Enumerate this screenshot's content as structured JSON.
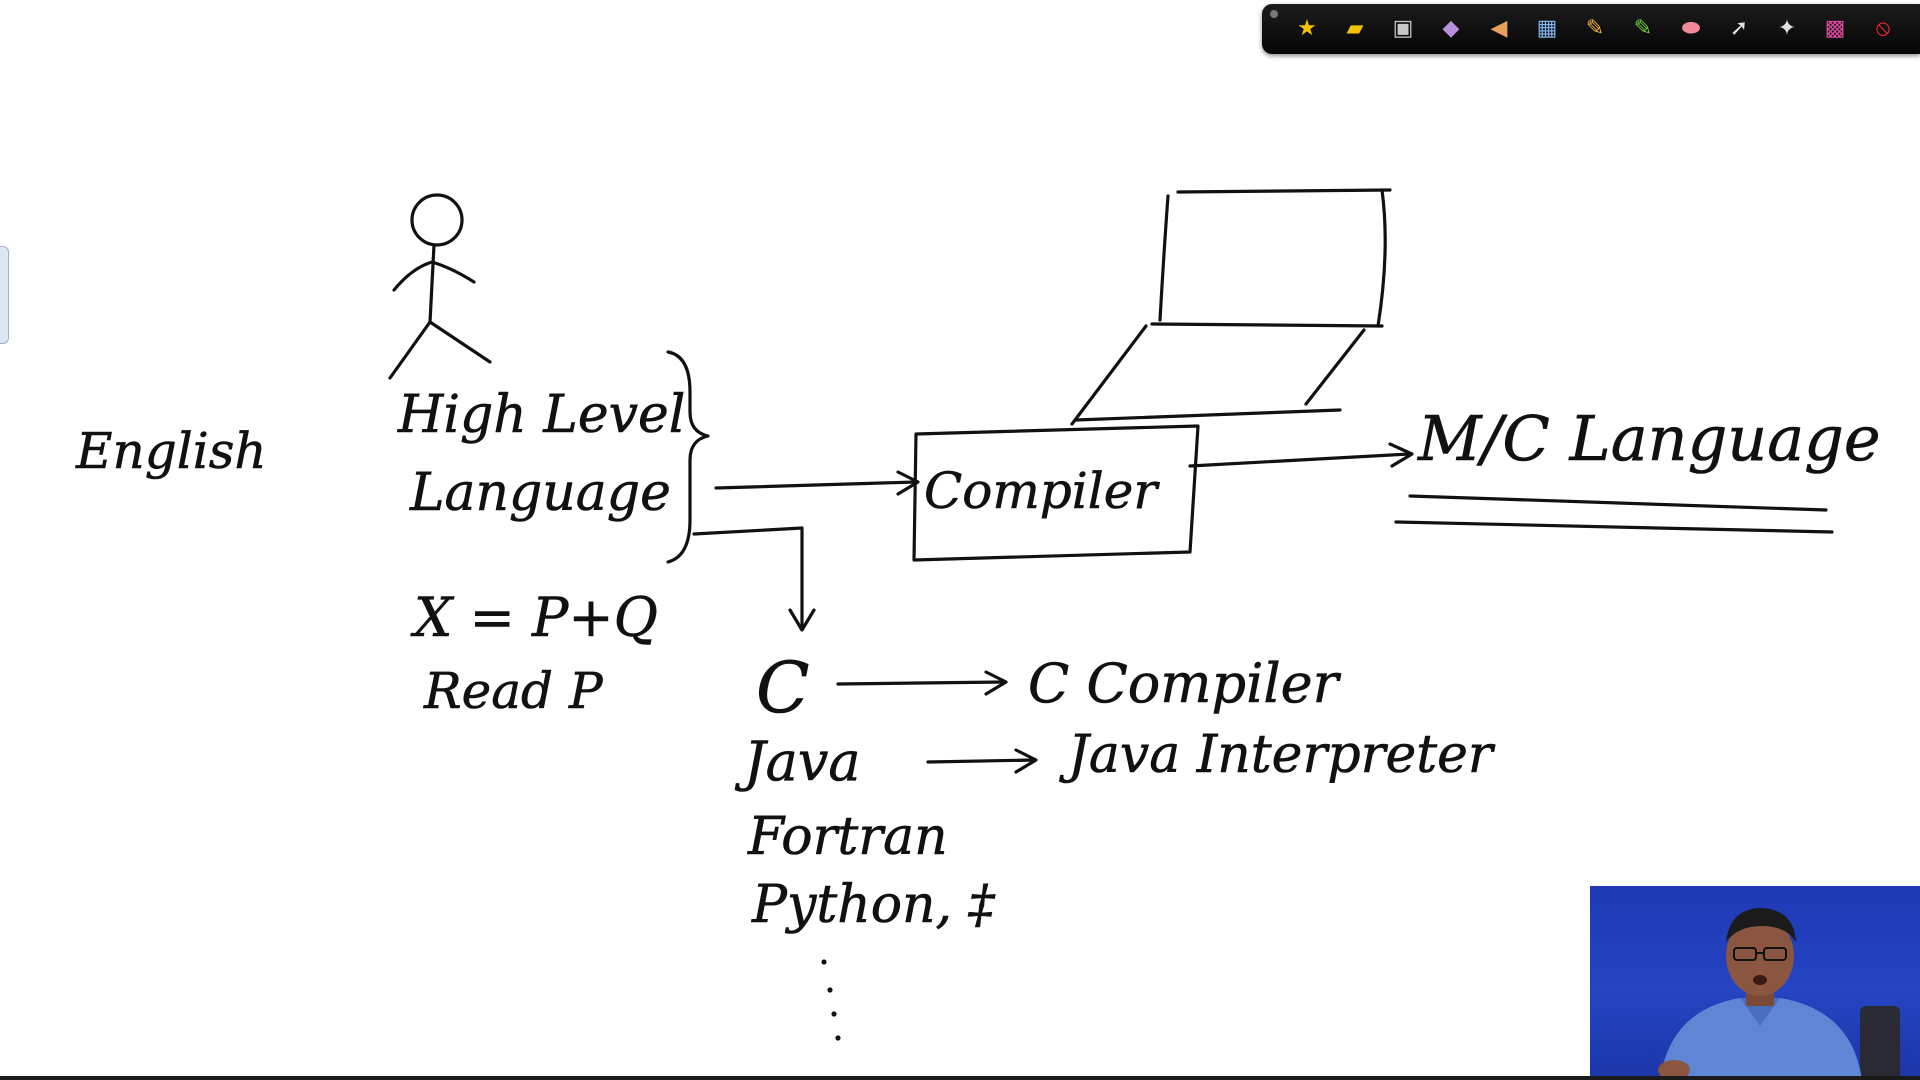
{
  "board": {
    "english": "English",
    "hll_line1": "High Level",
    "hll_line2": "Language",
    "example_line1": "X = P+Q",
    "example_line2": "Read P",
    "compiler": "Compiler",
    "mc_language": "M/C Language",
    "lang_c": "C",
    "c_compiler": "C Compiler",
    "lang_java": "Java",
    "java_interpreter": "Java Interpreter",
    "lang_fortran": "Fortran",
    "lang_python": "Python, ‡"
  },
  "toolbar": {
    "tools": [
      {
        "name": "new-page-icon",
        "glyph": "★",
        "color": "#f2c200"
      },
      {
        "name": "open-folder-icon",
        "glyph": "▰",
        "color": "#f2c200"
      },
      {
        "name": "save-disk-icon",
        "glyph": "▣",
        "color": "#c8c8c8"
      },
      {
        "name": "add-page-icon",
        "glyph": "◆",
        "color": "#b98fe0"
      },
      {
        "name": "shapes-icon",
        "glyph": "◀",
        "color": "#e6a15a"
      },
      {
        "name": "calendar-icon",
        "glyph": "▦",
        "color": "#7fb0e8"
      },
      {
        "name": "pencil-icon",
        "glyph": "✎",
        "color": "#f0b040"
      },
      {
        "name": "highlighter-icon",
        "glyph": "✎",
        "color": "#6ad13a"
      },
      {
        "name": "eraser-icon",
        "glyph": "⬬",
        "color": "#f08a9a"
      },
      {
        "name": "pointer-icon",
        "glyph": "➚",
        "color": "#e0e0e0"
      },
      {
        "name": "laser-icon",
        "glyph": "✦",
        "color": "#e0e0e0"
      },
      {
        "name": "color-palette-icon",
        "glyph": "▩",
        "color": "#e04aa0"
      },
      {
        "name": "close-icon",
        "glyph": "⦸",
        "color": "#ff2a2a"
      }
    ]
  },
  "colors": {
    "ink": "#111111",
    "toolbar_bg": "#0d0d0d",
    "webcam_bg": "#2040bb"
  }
}
